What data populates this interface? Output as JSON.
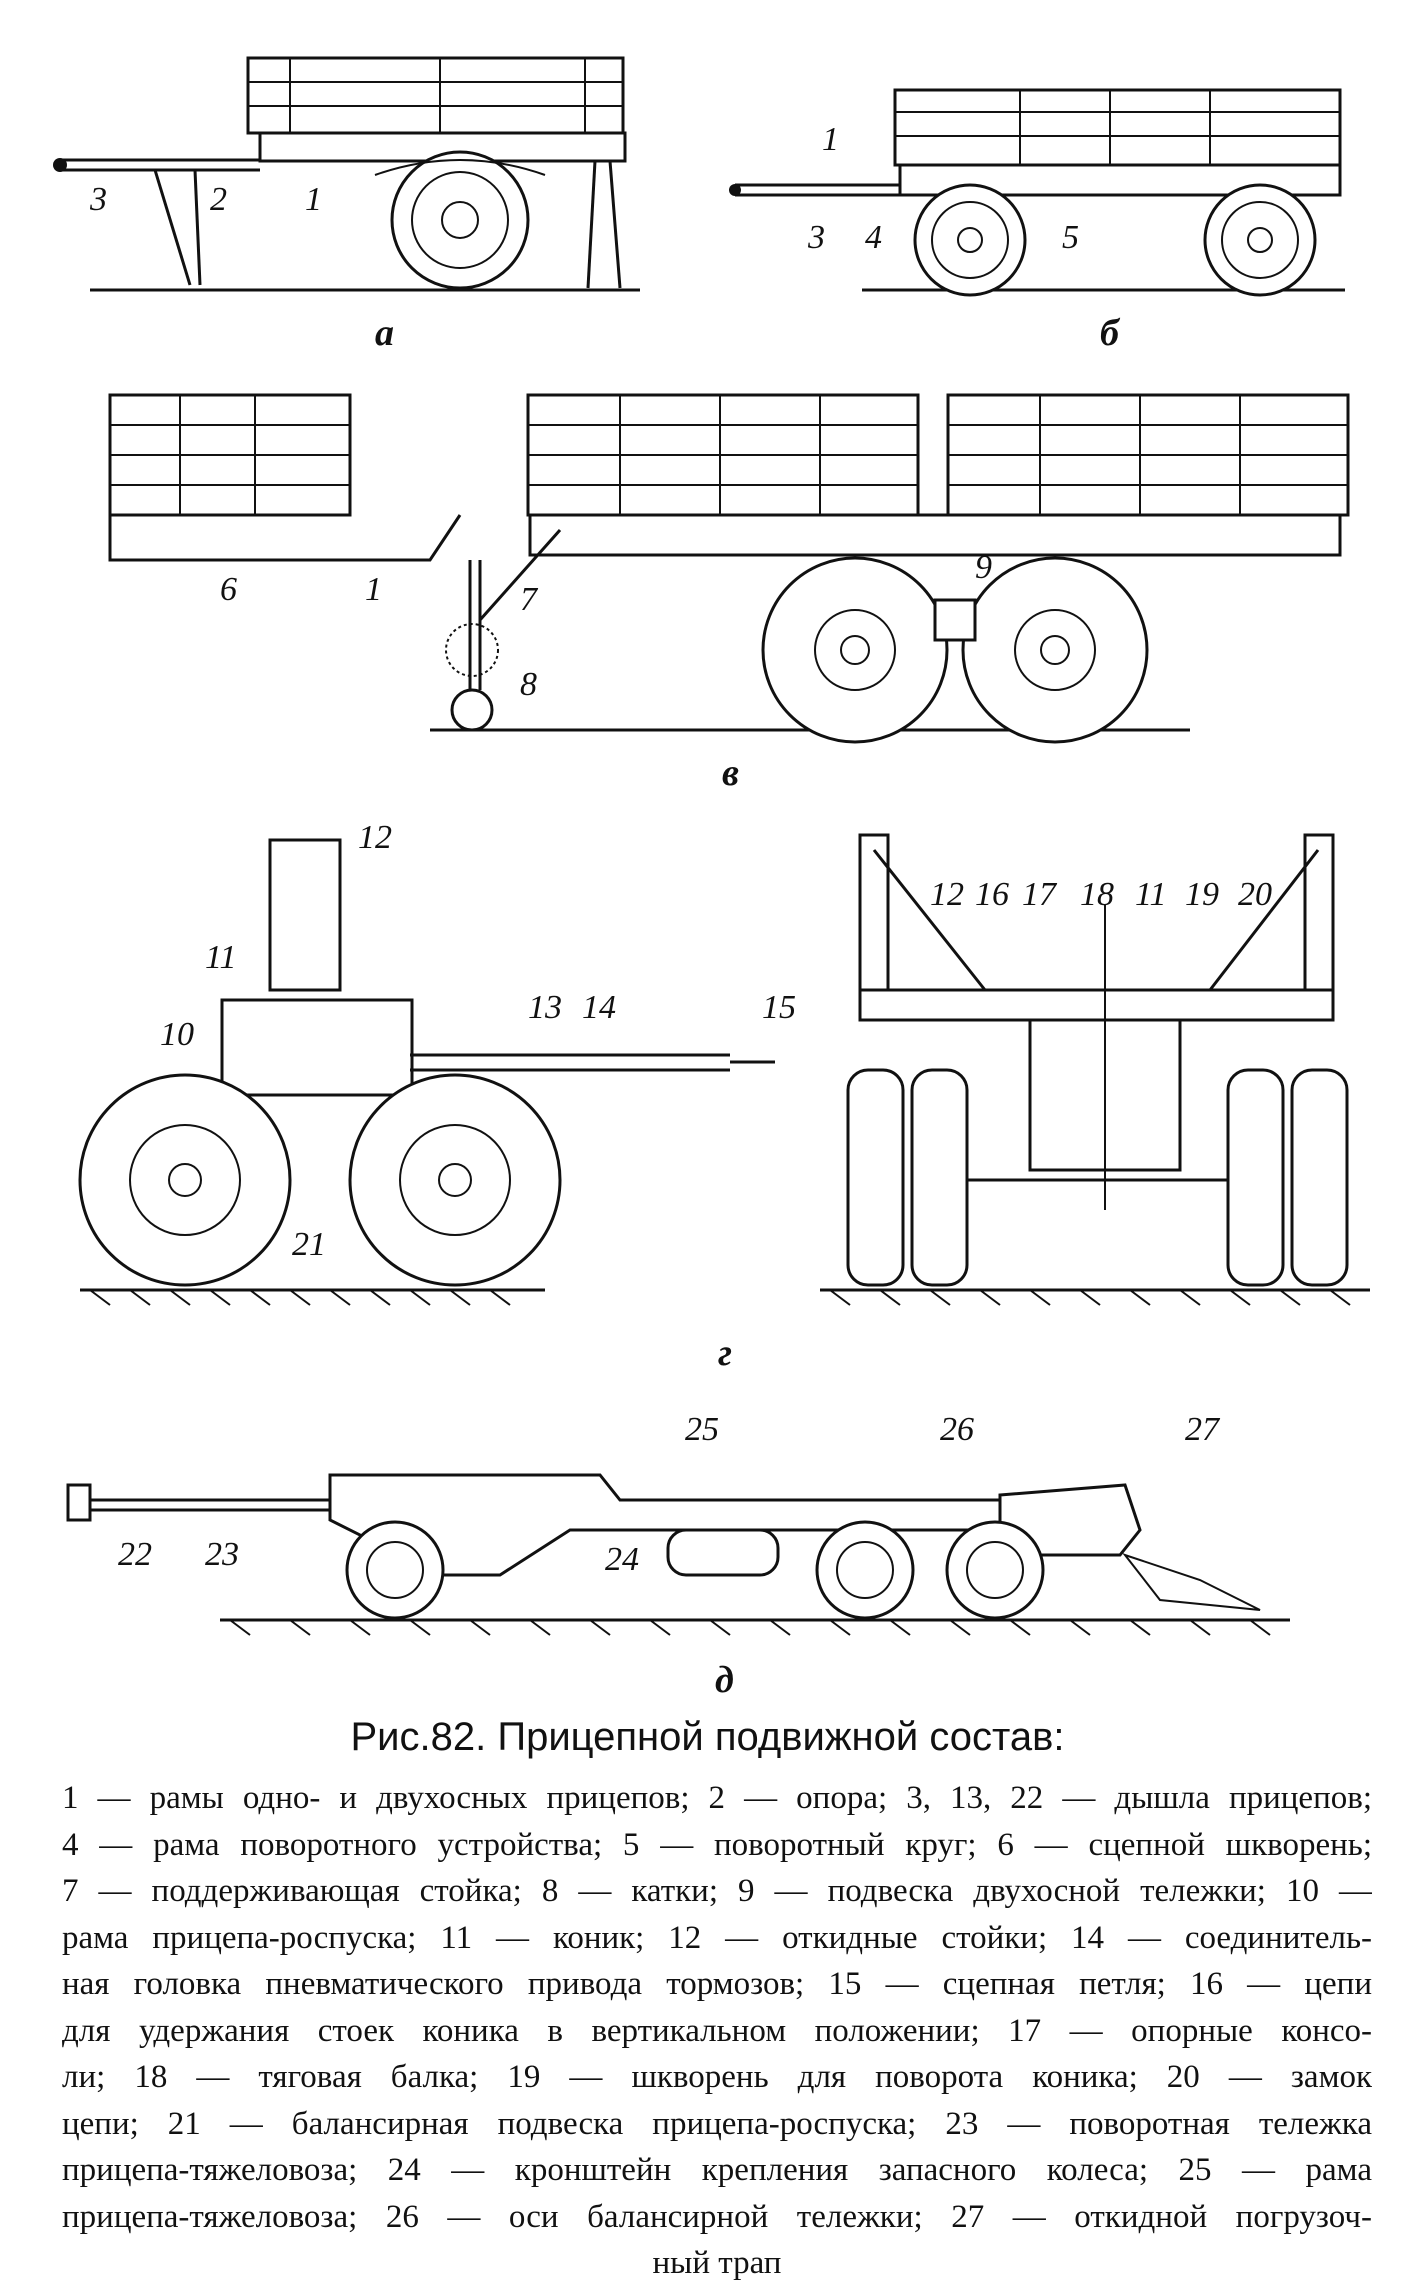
{
  "figure": {
    "subfigures": [
      "а",
      "б",
      "в",
      "г",
      "д"
    ],
    "callouts": {
      "a": [
        "3",
        "2",
        "1"
      ],
      "b": [
        "1",
        "3",
        "4",
        "5"
      ],
      "v": [
        "6",
        "1",
        "7",
        "8",
        "9"
      ],
      "g_left": [
        "12",
        "11",
        "10",
        "13",
        "14",
        "15",
        "21"
      ],
      "g_right": [
        "12",
        "16",
        "17",
        "18",
        "11",
        "19",
        "20"
      ],
      "d": [
        "25",
        "26",
        "27",
        "22",
        "23",
        "24"
      ]
    }
  },
  "caption": {
    "prefix": "Рис.",
    "number": "82",
    "text": ". Прицепной подвижной состав:"
  },
  "legend_lines": [
    "1 — рамы одно- и двухосных прицепов; 2 — опора; 3, 13, 22 — дышла прицепов;",
    "4 — рама поворотного устройства; 5 — поворотный круг; 6 — сцепной шкворень;",
    "7 — поддерживающая стойка; 8 — катки; 9 — подвеска двухосной тележки; 10 —",
    "рама прицепа-роспуска; 11 — коник; 12 — откидные стойки; 14 — соединитель-",
    "ная головка пневматического привода тормозов; 15 — сцепная петля; 16 — цепи",
    "для удержания стоек коника в вертикальном положении; 17 — опорные консо-",
    "ли; 18 — тяговая балка; 19 — шкворень для поворота коника; 20 — замок",
    "цепи; 21 — балансирная подвеска прицепа-роспуска; 23 — поворотная тележка",
    "прицепа-тяжеловоза; 24 — кронштейн крепления запасного колеса; 25 — рама",
    "прицепа-тяжеловоза; 26 — оси балансирной тележки; 27 — откидной погрузоч-",
    "ный трап"
  ]
}
